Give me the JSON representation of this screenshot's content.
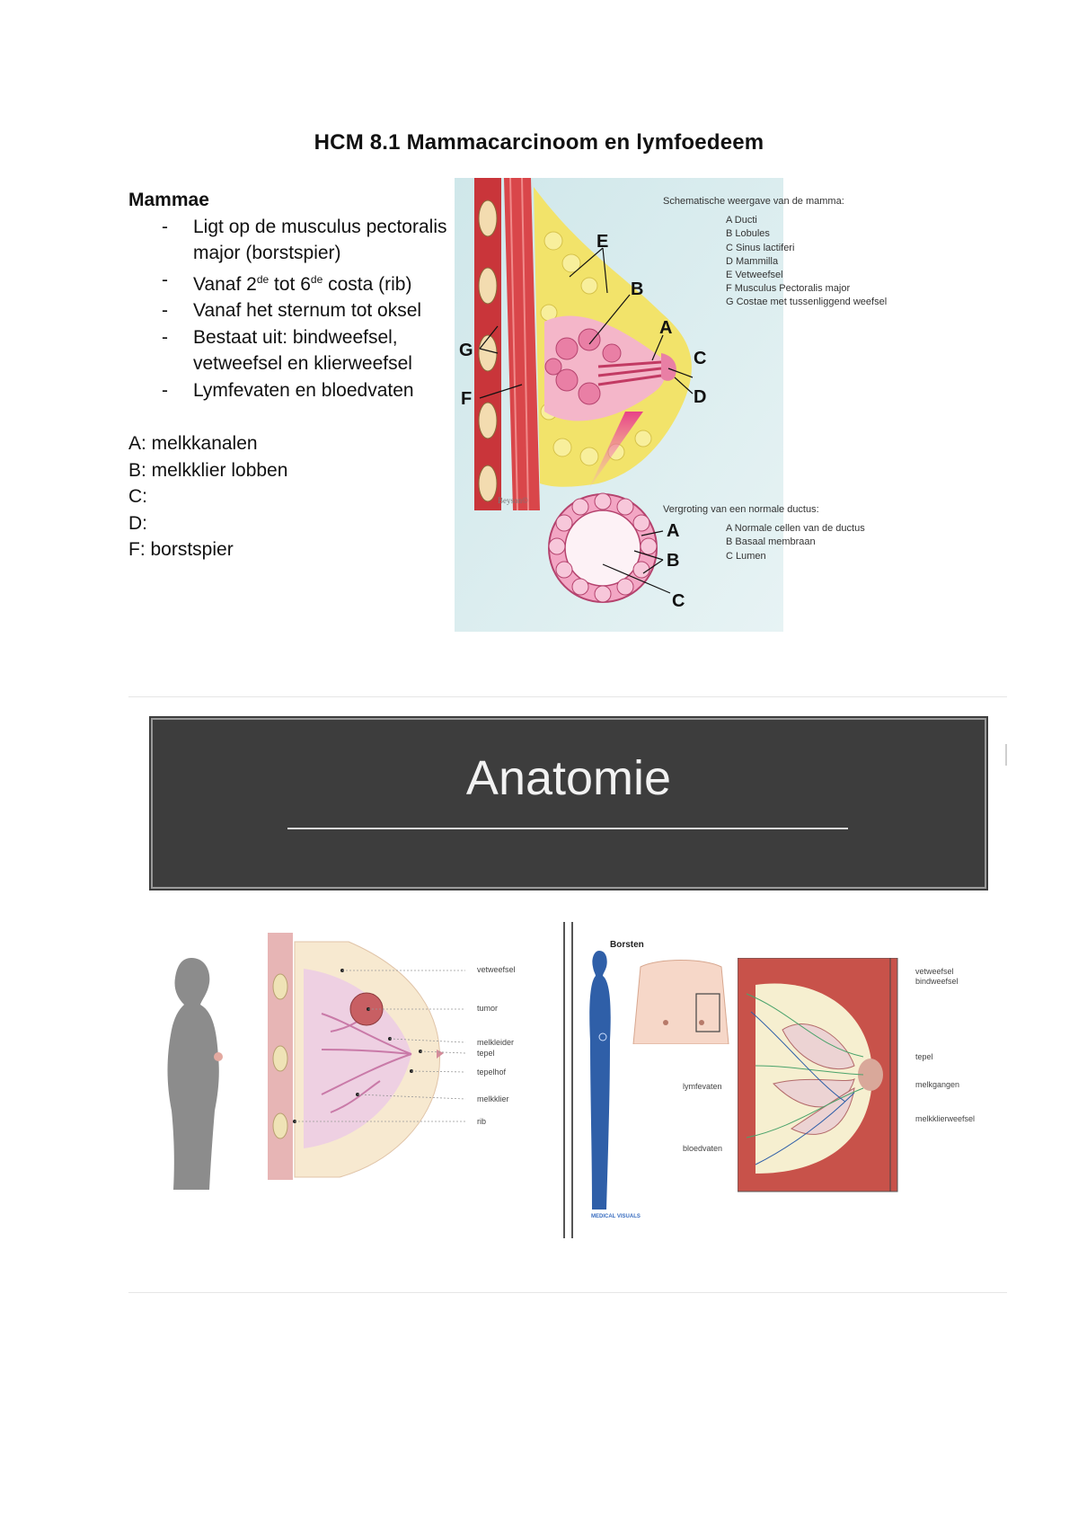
{
  "document": {
    "title": "HCM 8.1 Mammacarcinoom en lymfoedeem"
  },
  "notes": {
    "heading": "Mammae",
    "bullets": [
      "Ligt op de musculus pectoralis major (borstspier)",
      "Vanaf 2de tot 6de costa (rib)",
      "Vanaf het sternum tot oksel",
      "Bestaat uit: bindweefsel, vetweefsel en klierweefsel",
      "Lymfevaten en bloedvaten"
    ],
    "legend": [
      "A: melkkanalen",
      "B: melkklier lobben",
      "C:",
      "D:",
      "F: borstspier"
    ]
  },
  "figure1": {
    "header": "Schematische weergave van de mamma:",
    "items": [
      "A Ducti",
      "B Lobules",
      "C Sinus lactiferi",
      "D Mammilla",
      "E Vetweefsel",
      "F Musculus Pectoralis major",
      "G Costae met tussenliggend weefsel"
    ],
    "letters": [
      "E",
      "B",
      "A",
      "G",
      "C",
      "F",
      "D"
    ],
    "credit": "Beyson©",
    "inset_header": "Vergroting van een normale ductus:",
    "inset_items": [
      "A Normale cellen van de ductus",
      "B Basaal membraan",
      "C Lumen"
    ],
    "inset_letters": [
      "A",
      "B",
      "C"
    ]
  },
  "slide": {
    "title": "Anatomie",
    "left_labels": [
      "vetweefsel",
      "tumor",
      "melkleider",
      "tepel",
      "tepelhof",
      "melkklier",
      "rib"
    ],
    "right_heading": "Borsten",
    "right_labels_right": [
      "vetweefsel",
      "bindweefsel",
      "tepel",
      "melkgangen",
      "melkklierweefsel"
    ],
    "right_labels_left": [
      "lymfevaten",
      "bloedvaten"
    ],
    "brand": "MEDICAL VISUALS"
  },
  "colors": {
    "banner": "#3d3d3d",
    "muscle": "#d9464a",
    "fat": "#f2e36a",
    "gland": "#e97fa5",
    "panel": "#d6ecef"
  }
}
